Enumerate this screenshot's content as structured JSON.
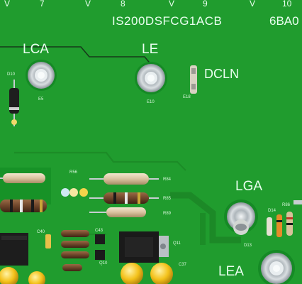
{
  "board": {
    "part_number": "IS200DSFCG1ACB",
    "part_suffix": "6BA0",
    "column_markings": [
      "V",
      "7",
      "V",
      "8",
      "V",
      "9",
      "V",
      "10"
    ],
    "colors": {
      "solder_mask": "#1f9a2c",
      "trace": "#1a7f23",
      "silkscreen": "#eafff0",
      "pad_metal": "#c9cfd3"
    }
  },
  "labels": {
    "lca": "LCA",
    "le": "LE",
    "dcln": "DCLN",
    "lga": "LGA",
    "lea": "LEA"
  },
  "components": {
    "diode_ref": "D10",
    "diode_ref2": "E5",
    "le_test_ref": "E10",
    "dcln_ref": "E18",
    "resistor_refs": [
      "R56",
      "R84",
      "R85",
      "R89",
      "R86"
    ],
    "cap_refs": [
      "C40",
      "C43",
      "C37"
    ],
    "transistor_refs": [
      "Q10",
      "Q11",
      "D13",
      "D14"
    ]
  }
}
